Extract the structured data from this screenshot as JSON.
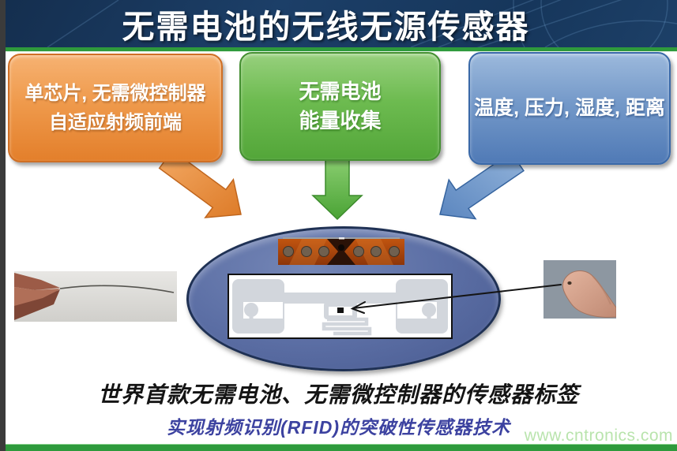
{
  "header": {
    "title": "无需电池的无线无源传感器",
    "background_color": "#1c3f68",
    "rule_color": "#2e9a3c"
  },
  "feature_boxes": [
    {
      "id": "rf-frontend",
      "lines": [
        "单芯片, 无需微控制器",
        "自适应射频前端"
      ],
      "fill_top": "#f6b272",
      "fill_bottom": "#e37f2b",
      "border": "#cf6f25"
    },
    {
      "id": "battery-free",
      "lines": [
        "无需电池",
        "能量收集"
      ],
      "fill_top": "#97d07d",
      "fill_bottom": "#53a639",
      "border": "#459032"
    },
    {
      "id": "sensing-modes",
      "lines": [
        "温度, 压力, 湿度, 距离"
      ],
      "fill_top": "#9cb9dc",
      "fill_bottom": "#507ab6",
      "border": "#3a69a8"
    }
  ],
  "diagram": {
    "ellipse_fill": "#5c6fa5",
    "ellipse_border": "#1f3154",
    "arrow_orange": "#e8873a",
    "arrow_green": "#63b449",
    "arrow_blue": "#6f96cc",
    "inlay_trace_color": "#d2d6dc",
    "pointer_color": "#151515"
  },
  "footer": {
    "headline": "世界首款无需电池、无需微控制器的传感器标签",
    "subline": "实现射频识别(RFID)的突破性传感器技术",
    "subline_color": "#3c42a0"
  },
  "watermark": {
    "text": "www.cntronics.com",
    "color": "#b9e4ad"
  }
}
